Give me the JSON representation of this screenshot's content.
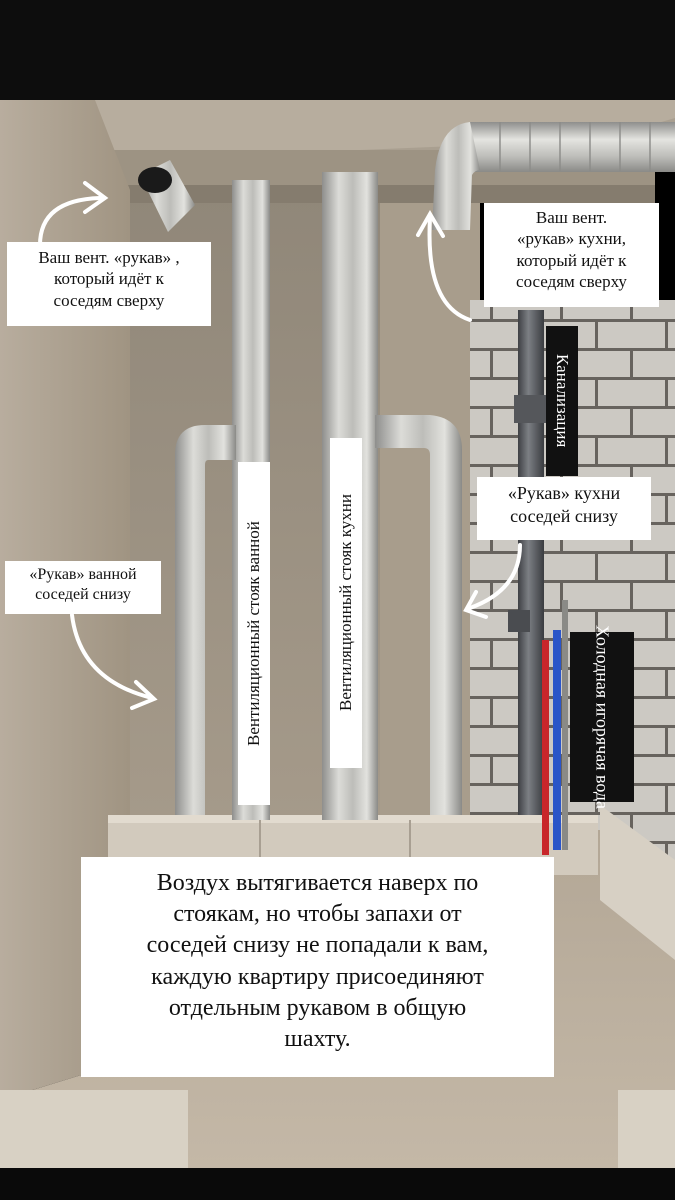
{
  "labels": {
    "bath_sleeve_up": [
      "Ваш вент. «рукав» ,",
      "который идёт к",
      "соседям сверху"
    ],
    "kitchen_sleeve_up": [
      "Ваш вент.",
      "«рукав» кухни,",
      "который идёт к",
      "соседям сверху"
    ],
    "sewer": "Канализация",
    "kitchen_sleeve_down": [
      "«Рукав» кухни",
      "соседей снизу"
    ],
    "bath_sleeve_down": [
      "«Рукав» ванной",
      "соседей снизу"
    ],
    "bath_riser": "Вентиляционный стояк  ванной",
    "kitchen_riser": "Вентиляционный стояк кухни",
    "water": [
      "Холодная и",
      "горячая вода"
    ]
  },
  "caption": [
    "Воздух вытягивается наверх по",
    "стоякам, но чтобы запахи от",
    "соседей снизу не попадали к вам,",
    "каждую квартиру присоединяют",
    "отдельным рукавом в общую",
    "шахту."
  ],
  "colors": {
    "top_bar": "#0d0d0d",
    "concrete": "#b6aa98",
    "duct_foil": "#c9c9c6",
    "label_bg": "#ffffff",
    "dark_label_bg": "#111111",
    "cold_pipe": "#2a55c8",
    "hot_pipe": "#c8262b"
  }
}
